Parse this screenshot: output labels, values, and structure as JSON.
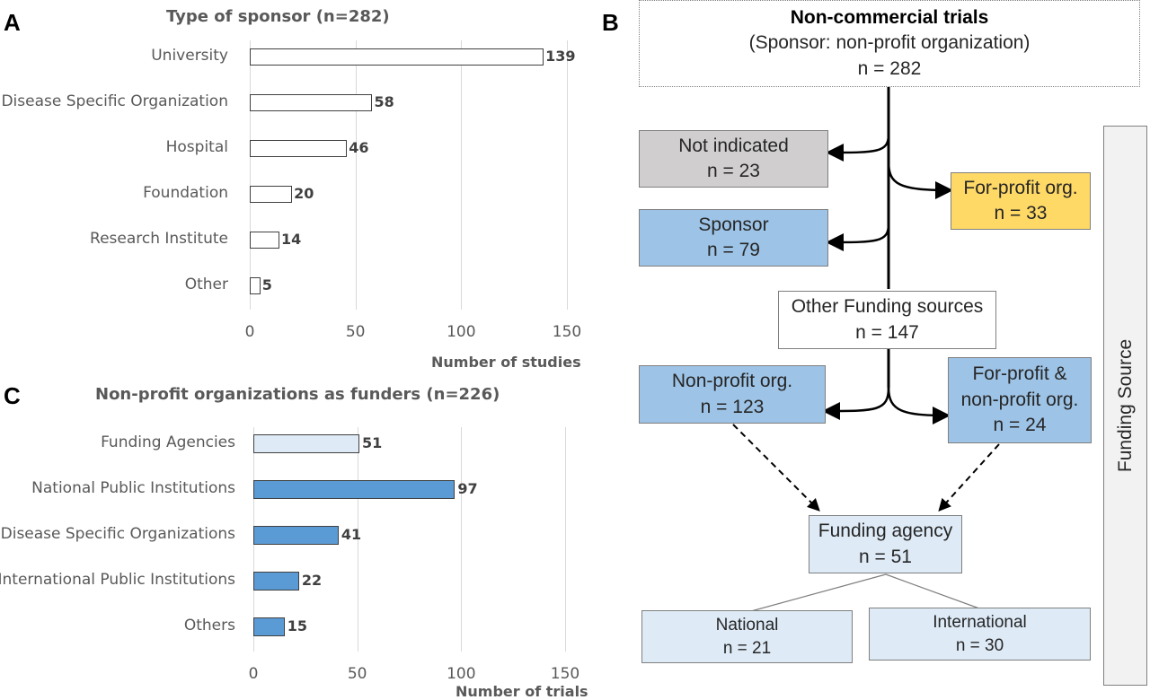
{
  "panels": {
    "a": "A",
    "b": "B",
    "c": "C"
  },
  "chart_data": [
    {
      "type": "bar",
      "orientation": "horizontal",
      "title": "Type of sponsor (n=282)",
      "xlabel": "Number of studies",
      "xlim": [
        0,
        150
      ],
      "xticks": [
        "0",
        "50",
        "100",
        "150"
      ],
      "categories": [
        "University",
        "Disease Specific Organization",
        "Hospital",
        "Foundation",
        "Research Institute",
        "Other"
      ],
      "values": [
        139,
        58,
        46,
        20,
        14,
        5
      ],
      "bar_color": "#ffffff",
      "grid": true
    },
    {
      "type": "bar",
      "orientation": "horizontal",
      "title": "Non-profit organizations as funders (n=226)",
      "xlabel": "Number of trials",
      "xlim": [
        0,
        150
      ],
      "xticks": [
        "0",
        "50",
        "100",
        "150"
      ],
      "categories": [
        "Funding Agencies",
        "National Public Institutions",
        "Disease Specific Organizations",
        "International Public Institutions",
        "Others"
      ],
      "values": [
        51,
        97,
        41,
        22,
        15
      ],
      "bar_colors": [
        "#deebf7",
        "#5b9bd5",
        "#5b9bd5",
        "#5b9bd5",
        "#5b9bd5"
      ],
      "grid": true
    }
  ],
  "flow": {
    "root": {
      "title": "Non-commercial trials",
      "subtitle": "(Sponsor: non-profit organization)",
      "count": "n = 282"
    },
    "not_indicated": {
      "label": "Not indicated",
      "count": "n =  23",
      "color": "#d0cece"
    },
    "for_profit": {
      "label": "For-profit org.",
      "count": "n = 33",
      "color": "#ffd966"
    },
    "sponsor": {
      "label": "Sponsor",
      "count": "n = 79",
      "color": "#9dc3e6"
    },
    "other_funding": {
      "label": "Other Funding sources",
      "count": "n = 147",
      "color": "#ffffff"
    },
    "non_profit": {
      "label": "Non-profit org.",
      "count": "n = 123",
      "color": "#9dc3e6"
    },
    "for_and_non_profit": {
      "label1": "For-profit &",
      "label2": "non-profit org.",
      "count": "n = 24",
      "color": "#9dc3e6"
    },
    "funding_agency": {
      "label": "Funding agency",
      "count": "n = 51",
      "color": "#deebf7"
    },
    "national": {
      "label": "National",
      "count": "n = 21",
      "color": "#deebf7"
    },
    "international": {
      "label": "International",
      "count": "n = 30",
      "color": "#deebf7"
    },
    "side_label": "Funding Source"
  }
}
